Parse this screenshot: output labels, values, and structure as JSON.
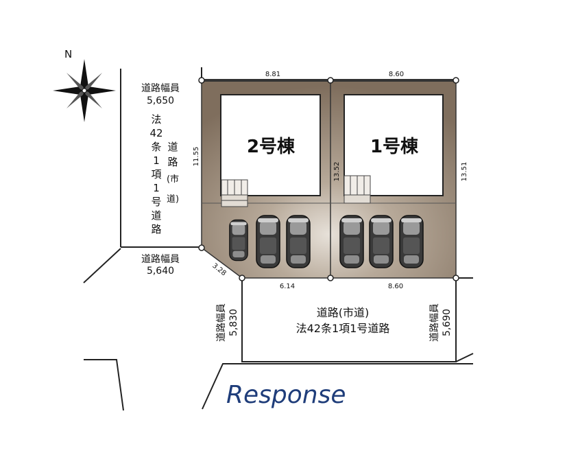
{
  "compass": {
    "north_label": "N"
  },
  "lots": {
    "lot2": {
      "label": "2号棟"
    },
    "lot1": {
      "label": "1号棟"
    }
  },
  "dimensions": {
    "top_left": "8.81",
    "top_right": "8.60",
    "left_side": "11.55",
    "middle": "13.52",
    "right_side": "13.51",
    "bottom_left": "6.14",
    "bottom_right": "8.60",
    "corner": "3.28"
  },
  "road_west": {
    "width_top_label": "道路幅員",
    "width_top_value": "5,650",
    "law_chars": [
      "法",
      "42",
      "条",
      "1",
      "項",
      "1",
      "号",
      "道",
      "路"
    ],
    "name_chars": [
      "道",
      "路",
      "(市",
      "道)"
    ],
    "width_bottom_label": "道路幅員",
    "width_bottom_value": "5,640"
  },
  "road_south": {
    "name": "道路(市道)",
    "law": "法42条1項1号道路",
    "width_left_label": "道路幅員",
    "width_left_value": "5,830",
    "width_right_label": "道路幅員",
    "width_right_value": "5,690"
  },
  "colors": {
    "lot_fill": "#8b7b6a",
    "lot_highlight": "#d9d2c8",
    "building_fill": "#ffffff",
    "road_line": "#222222",
    "brand": "#1f3d7a"
  },
  "brand": {
    "text": "Response"
  }
}
